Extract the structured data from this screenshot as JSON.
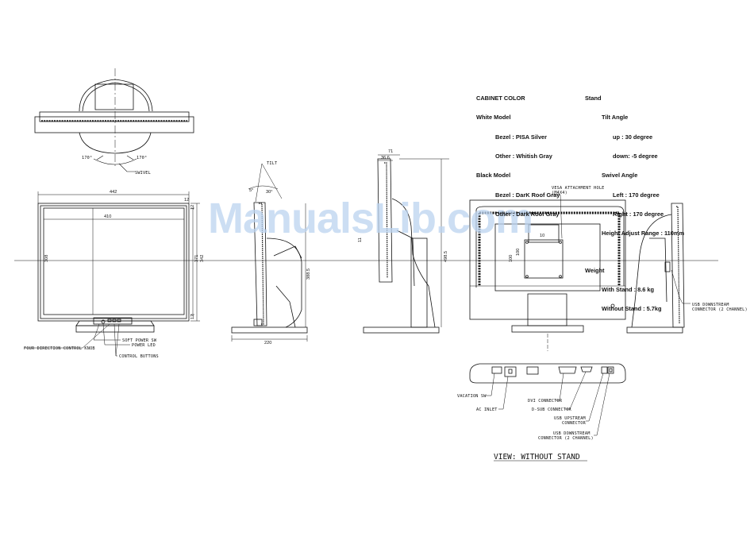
{
  "watermark": "ManualsLib.com",
  "cabinet_color": {
    "heading": "CABINET COLOR",
    "white_model": "White Model",
    "white_bezel": "Bezel : PISA Silver",
    "white_other": "Other : Whitish Gray",
    "black_model": "Black Model",
    "black_bezel": "Bezel : DarK Roof Gray",
    "black_other": "Other : Dark Roof Gray"
  },
  "stand": {
    "heading": "Stand",
    "tilt_angle": "Tilt Angle",
    "tilt_up": "up : 30 degree",
    "tilt_down": "down: -5 degree",
    "swivel_angle": "Swivel Angle",
    "swivel_left": "Left : 170 degree",
    "swivel_right": "Right : 170 degree",
    "height_adjust": "Height Adjust Range : 110mm"
  },
  "weight": {
    "heading": "Weight",
    "with_stand": "With Stand : 8.6 kg",
    "without_stand": "Without Stand : 5.7kg"
  },
  "labels": {
    "swivel": "SWIVEL",
    "swivel_left_angle": "170°",
    "swivel_right_angle": "170°",
    "tilt": "TILT",
    "tilt_up_angle": "5°",
    "tilt_down_angle": "30°",
    "soft_power_sw": "SOFT POWER SW",
    "power_led": "POWER LED",
    "four_direction_knob": "FOUR DIRECTION CONTROL KNOB",
    "control_buttons": "CONTROL BUTTONS",
    "vesa": "VESA ATTACHMENT HOLE",
    "vesa_sub": "(M4X4)",
    "usb_downstream_right_1": "USB DOWNSTREAM",
    "usb_downstream_right_2": "CONNECTOR (2 CHANNEL)",
    "vacation_sw": "VACATION SW",
    "ac_inlet": "AC INLET",
    "dvi_connector": "DVI CONNECTOR",
    "dsub_connector": "D-SUB CONNECTOR",
    "usb_upstream_1": "USB UPSTREAM",
    "usb_upstream_2": "CONNECTOR",
    "usb_downstream_1": "USB DOWNSTREAM",
    "usb_downstream_2": "CONNECTOR (2 CHANNEL)",
    "view_without_stand": "VIEW: WITHOUT STAND"
  },
  "dimensions": {
    "front_width": "442",
    "screen_width": "410",
    "screen_height": "308",
    "top_gap": "12",
    "right_h1": "371",
    "right_h2": "342",
    "bottom_gap": "12",
    "side_h": "388.5",
    "depth": "220",
    "depth_top": "71",
    "depth_top2": "36.6",
    "side2_h": "498.5",
    "side2_small": "11",
    "back_w": "100",
    "back_h": "100",
    "back_small": "10"
  }
}
